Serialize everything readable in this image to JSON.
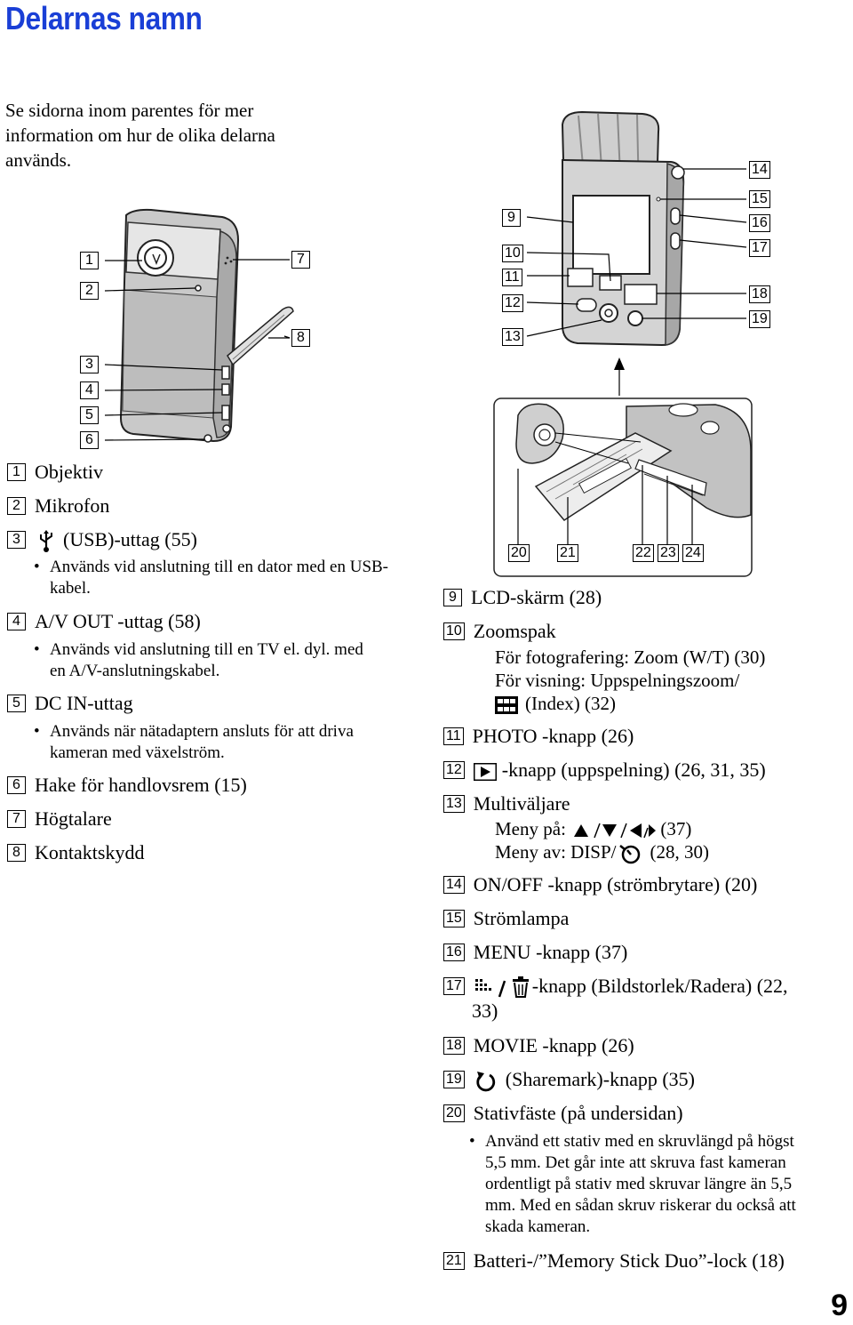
{
  "page": {
    "title": "Delarnas namn",
    "intro": "Se sidorna inom parentes för mer information om hur de olika delarna används.",
    "page_number": "9"
  },
  "left_callouts": [
    "1",
    "2",
    "3",
    "4",
    "5",
    "6",
    "7",
    "8"
  ],
  "right_callouts": [
    "9",
    "10",
    "11",
    "12",
    "13",
    "14",
    "15",
    "16",
    "17",
    "18",
    "19"
  ],
  "bottom_callouts": [
    "20",
    "21",
    "22",
    "23",
    "24"
  ],
  "left_entries": [
    {
      "n": "1",
      "text": "Objektiv"
    },
    {
      "n": "2",
      "text": "Mikrofon"
    },
    {
      "n": "3",
      "text": "(USB)-uttag (55)",
      "icon": "usb-icon"
    },
    {
      "n": "4",
      "text": "A/V OUT -uttag (58)"
    },
    {
      "n": "5",
      "text": "DC IN-uttag"
    },
    {
      "n": "6",
      "text": "Hake för handlovsrem (15)"
    },
    {
      "n": "7",
      "text": "Högtalare"
    },
    {
      "n": "8",
      "text": "Kontaktskydd"
    }
  ],
  "left_bullets": {
    "b3": "Används vid anslutning till en dator med en USB-kabel.",
    "b4": "Används vid anslutning till en TV el. dyl. med en A/V-anslutningskabel.",
    "b5": "Används när nätadaptern ansluts för att driva kameran med växelström."
  },
  "right_entries": [
    {
      "n": "9",
      "text": "LCD-skärm (28)"
    },
    {
      "n": "10",
      "text": "Zoomspak"
    },
    {
      "n": "11",
      "text": "PHOTO -knapp (26)"
    },
    {
      "n": "12",
      "text": "-knapp (uppspelning) (26, 31, 35)",
      "icon": "play-icon"
    },
    {
      "n": "13",
      "text": "Multiväljare"
    },
    {
      "n": "14",
      "text": "ON/OFF -knapp (strömbrytare) (20)"
    },
    {
      "n": "15",
      "text": "Strömlampa"
    },
    {
      "n": "16",
      "text": "MENU -knapp (37)"
    },
    {
      "n": "17",
      "text": "-knapp (Bildstorlek/Radera) (22,",
      "icon": "image-size-trash-icon"
    },
    {
      "n": "18",
      "text": "MOVIE -knapp (26)"
    },
    {
      "n": "19",
      "text": "(Sharemark)-knapp (35)",
      "icon": "sharemark-icon"
    },
    {
      "n": "20",
      "text": "Stativfäste (på undersidan)"
    },
    {
      "n": "21",
      "text": "Batteri-/”Memory Stick Duo”-lock (18)"
    }
  ],
  "right_sub": {
    "zoom1": "För fotografering: Zoom (W/T) (30)",
    "zoom2": "För visning: Uppspelningszoom/",
    "zoom3": "(Index) (32)",
    "multi1": "Meny på:",
    "multi1b": "(37)",
    "multi2": "Meny av: DISP/",
    "multi2b": "(28, 30)",
    "e17cont": "33)",
    "b20": "Använd ett stativ med en skruvlängd på högst 5,5 mm. Det går inte att skruva fast kameran ordentligt på stativ med skruvar längre än 5,5 mm. Med en sådan skruv riskerar du också att skada kameran."
  },
  "bullet_char": "•",
  "colors": {
    "title": "#1a3fd6"
  }
}
